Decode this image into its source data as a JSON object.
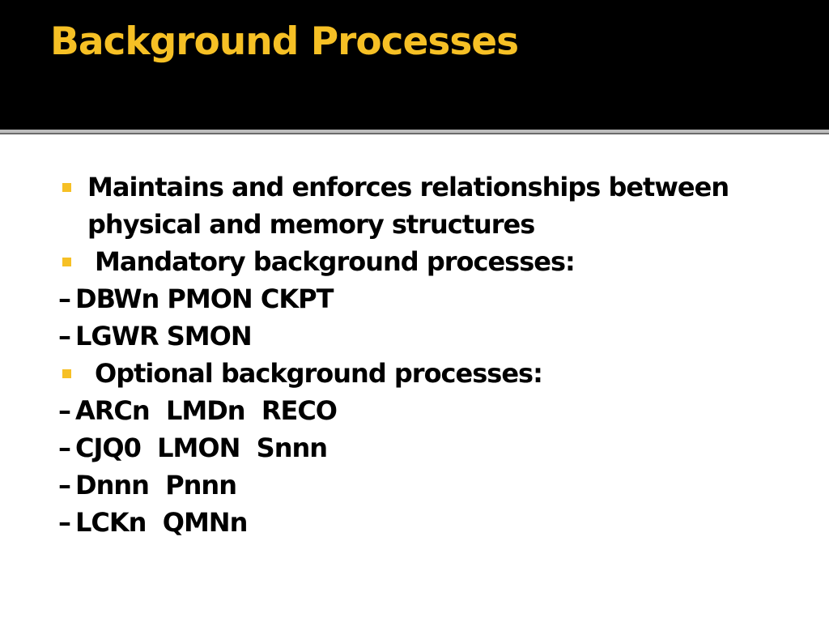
{
  "slide": {
    "title": "Background Processes",
    "items": [
      {
        "type": "bullet",
        "text": "Maintains and enforces relationships between"
      },
      {
        "type": "continuation",
        "text": "physical and memory structures"
      },
      {
        "type": "bullet",
        "text": "Mandatory background processes:"
      },
      {
        "type": "dash",
        "marker": "–",
        "text": "DBWn PMON CKPT"
      },
      {
        "type": "dash",
        "marker": "–",
        "text": "LGWR SMON"
      },
      {
        "type": "bullet",
        "text": "Optional background processes:"
      },
      {
        "type": "dash",
        "marker": "–",
        "text": "ARCn  LMDn  RECO"
      },
      {
        "type": "dash",
        "marker": "–",
        "text": "CJQ0  LMON  Snnn"
      },
      {
        "type": "dash",
        "marker": "–",
        "text": "Dnnn  Pnnn"
      },
      {
        "type": "dash",
        "marker": "–",
        "text": "LCKn  QMNn"
      }
    ]
  },
  "colors": {
    "title_bar": "#000000",
    "title_text": "#f6c025",
    "bullet": "#f6c025",
    "body_text": "#000000"
  }
}
